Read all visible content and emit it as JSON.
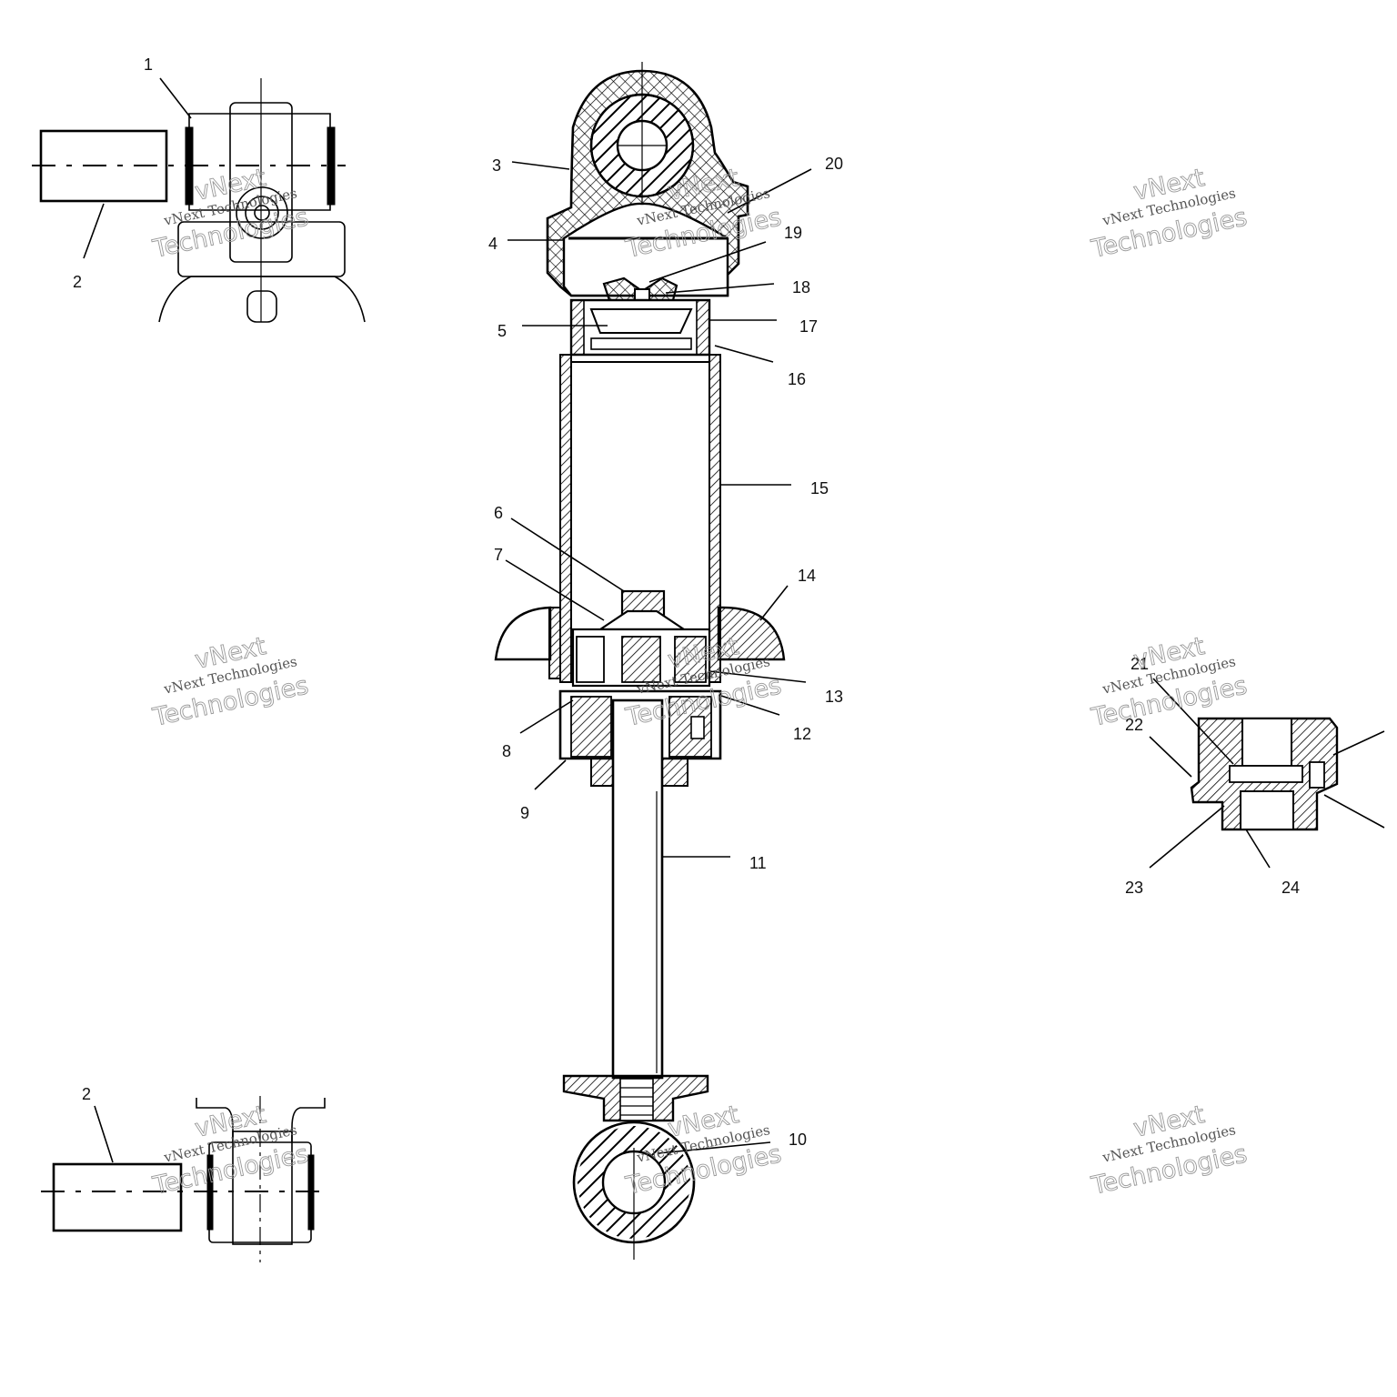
{
  "watermark": {
    "line1": "vNext Technologies",
    "line2": "vNext",
    "line3": "Technologies"
  },
  "callouts": [
    {
      "id": "1",
      "text": "1"
    },
    {
      "id": "2",
      "text": "2"
    },
    {
      "id": "2b",
      "text": "2"
    },
    {
      "id": "3",
      "text": "3"
    },
    {
      "id": "4",
      "text": "4"
    },
    {
      "id": "5",
      "text": "5"
    },
    {
      "id": "6",
      "text": "6"
    },
    {
      "id": "7",
      "text": "7"
    },
    {
      "id": "8",
      "text": "8"
    },
    {
      "id": "9",
      "text": "9"
    },
    {
      "id": "10",
      "text": "10"
    },
    {
      "id": "11",
      "text": "11"
    },
    {
      "id": "12",
      "text": "12"
    },
    {
      "id": "13",
      "text": "13"
    },
    {
      "id": "14",
      "text": "14"
    },
    {
      "id": "15",
      "text": "15"
    },
    {
      "id": "16",
      "text": "16"
    },
    {
      "id": "17",
      "text": "17"
    },
    {
      "id": "18",
      "text": "18"
    },
    {
      "id": "19",
      "text": "19"
    },
    {
      "id": "20",
      "text": "20"
    },
    {
      "id": "21",
      "text": "21"
    },
    {
      "id": "22",
      "text": "22"
    },
    {
      "id": "23",
      "text": "23"
    },
    {
      "id": "24",
      "text": "24"
    }
  ]
}
